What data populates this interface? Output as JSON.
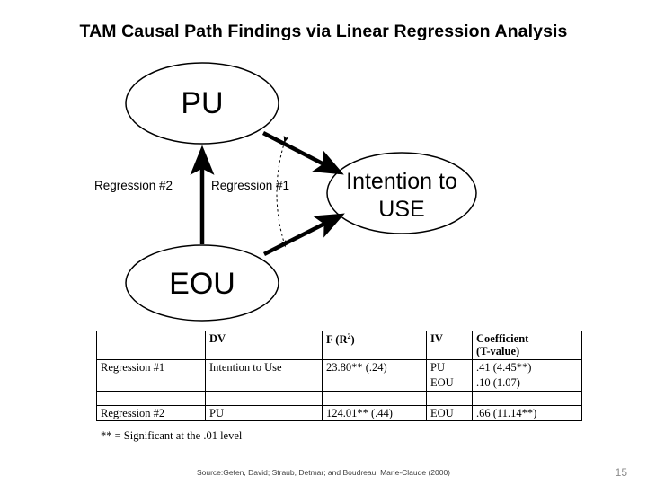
{
  "slide": {
    "title": "TAM Causal Path Findings via Linear Regression Analysis",
    "page_number": "15",
    "source_note": "Source:Gefen, David; Straub, Detmar; and Boudreau, Marie-Claude (2000)"
  },
  "diagram": {
    "nodes": {
      "pu": "PU",
      "eou": "EOU",
      "intention_line1": "Intention to",
      "intention_line2": "USE"
    },
    "edge_labels": {
      "regression2": "Regression #2",
      "regression1": "Regression #1"
    }
  },
  "table": {
    "headers": {
      "c0": "",
      "dv": "DV",
      "f": "F (R",
      "f_sup": "2",
      "f_tail": ")",
      "iv": "IV",
      "coefficient_line1": "Coefficient",
      "coefficient_line2": "(T-value)"
    },
    "rows": [
      {
        "label": "Regression #1",
        "dv": "Intention to Use",
        "f": "23.80** (.24)",
        "iv": "PU",
        "coefficient": ".41 (4.45**)"
      },
      {
        "label": "",
        "dv": "",
        "f": "",
        "iv": "EOU",
        "coefficient": ".10 (1.07)"
      },
      {
        "label": "",
        "dv": "",
        "f": "",
        "iv": "",
        "coefficient": ""
      },
      {
        "label": "Regression #2",
        "dv": "PU",
        "f": "124.01** (.44)",
        "iv": "EOU",
        "coefficient": ".66 (11.14**)"
      }
    ],
    "footnote": "** = Significant at the .01 level"
  }
}
